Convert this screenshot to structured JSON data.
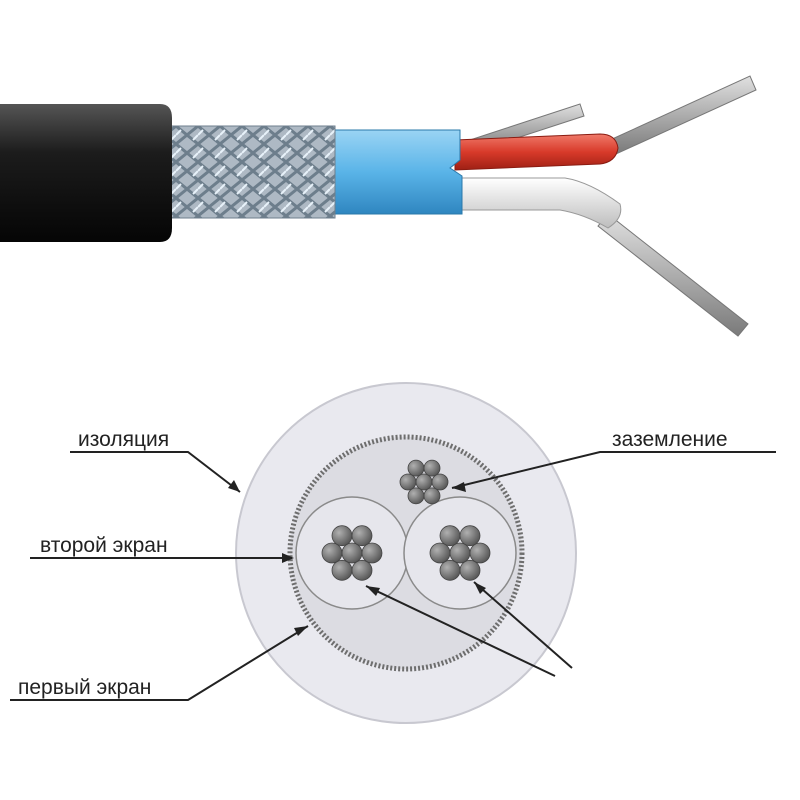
{
  "labels": {
    "insulation": "изоляция",
    "ground": "заземление",
    "second_shield": "второй экран",
    "first_shield": "первый экран"
  },
  "colors": {
    "jacket": "#1c1c1c",
    "braid": "#b8c2cc",
    "foil_shield": "#5ab4e8",
    "red_core": "#d83a2a",
    "white_core": "#dcdcdc",
    "conductor": "#9a9a9a",
    "cross_section_fill": "#e9e9ef",
    "strand": "#6f6f6f"
  }
}
